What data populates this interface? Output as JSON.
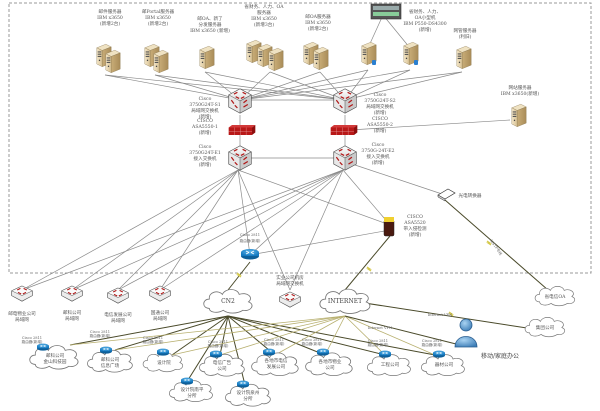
{
  "title": "网络拓扑图",
  "servers_top": [
    {
      "id": "s1",
      "lines": [
        "邮件服务器",
        "IBM x3650",
        "(新增2台)"
      ],
      "count": 2
    },
    {
      "id": "s2",
      "lines": [
        "邮Portal服务器",
        "IBM x3650",
        "(新增2台)"
      ],
      "count": 2
    },
    {
      "id": "s3",
      "lines": [
        "邮OA、新了",
        "分发服务器",
        "IBM x3650 (新增)"
      ],
      "count": 1
    },
    {
      "id": "s4",
      "lines": [
        "省财务、人力、OA",
        "服务器",
        "IBM x3650",
        "(新增3台)"
      ],
      "count": 3
    },
    {
      "id": "s5",
      "lines": [
        "邮OA服务器",
        "IBM x3650",
        "(新增2台)"
      ],
      "count": 2
    },
    {
      "id": "s6",
      "lines": [],
      "count": 1,
      "db": true
    },
    {
      "id": "s7",
      "lines": [],
      "count": 1,
      "db": true
    },
    {
      "id": "s8",
      "lines": [
        "网管服务器",
        "(利旧)"
      ],
      "count": 1
    }
  ],
  "storage": {
    "lines": [
      "省财务、人力、",
      "OA小型机",
      "IBM P550-DS4300",
      "(新增)"
    ]
  },
  "web_server": {
    "lines": [
      "网站服务器",
      "IBM x3650(新增)"
    ]
  },
  "core": {
    "sw_s1": [
      "Cisco",
      "3750G24T-S1",
      "局域网交换机",
      "(新增)"
    ],
    "sw_s2": [
      "Cisco",
      "3750G24T-S2",
      "局域网交换机",
      "(新增)"
    ],
    "fw1": [
      "CISCO",
      "ASA5550-1",
      "(新增)"
    ],
    "fw2": [
      "CISCO",
      "ASA5550-2",
      "(新增)"
    ],
    "sw_e1": [
      "Cisco",
      "3750G24T-E1",
      "接入交换机",
      "(新增)"
    ],
    "sw_e2": [
      "Cisco",
      "3750G-24T-E2",
      "接入交换机",
      "(新增)"
    ]
  },
  "fiber_switch": "光电转换器",
  "ips": [
    "CISCO",
    "ASA5520",
    "带入侵检测",
    "(新增)"
  ],
  "router_main": [
    "Cisco 2811",
    "路由器(新增)"
  ],
  "mstp_label": "MSTP专线",
  "lan_switches": [
    {
      "lines": [
        "邮电物业公司",
        "局域网"
      ]
    },
    {
      "lines": [
        "邮科公司",
        "局域网"
      ]
    },
    {
      "lines": [
        "电信发展公司",
        "局域网"
      ]
    },
    {
      "lines": [
        "国通公司",
        "局域网"
      ]
    }
  ],
  "core_switch_ext": [
    "实业公司机房",
    "局域网交换机"
  ],
  "clouds_main": {
    "cn2": "CN2",
    "internet": "INTERNET"
  },
  "clouds_right": {
    "oa": "省电信OA",
    "group": "集团公司"
  },
  "internet_vpn": "Internet VPN",
  "mobile_office": "移动/家庭办公",
  "router_label": [
    "Cisco 2811",
    "路由器(新增)"
  ],
  "branches": [
    {
      "lines": [
        "邮科公司",
        "金山科技园"
      ]
    },
    {
      "lines": [
        "邮科公司",
        "信息广场"
      ]
    },
    {
      "lines": [
        "设计院"
      ]
    },
    {
      "lines": [
        "设计院南平",
        "分所"
      ]
    },
    {
      "lines": [
        "电信广告",
        "公司"
      ]
    },
    {
      "lines": [
        "设计院泉州",
        "分所"
      ]
    },
    {
      "lines": [
        "各地市电信",
        "发展公司"
      ]
    },
    {
      "lines": [
        "各地市物业",
        "公司"
      ]
    },
    {
      "lines": [
        "工程公司"
      ]
    },
    {
      "lines": [
        "器材公司"
      ]
    }
  ]
}
